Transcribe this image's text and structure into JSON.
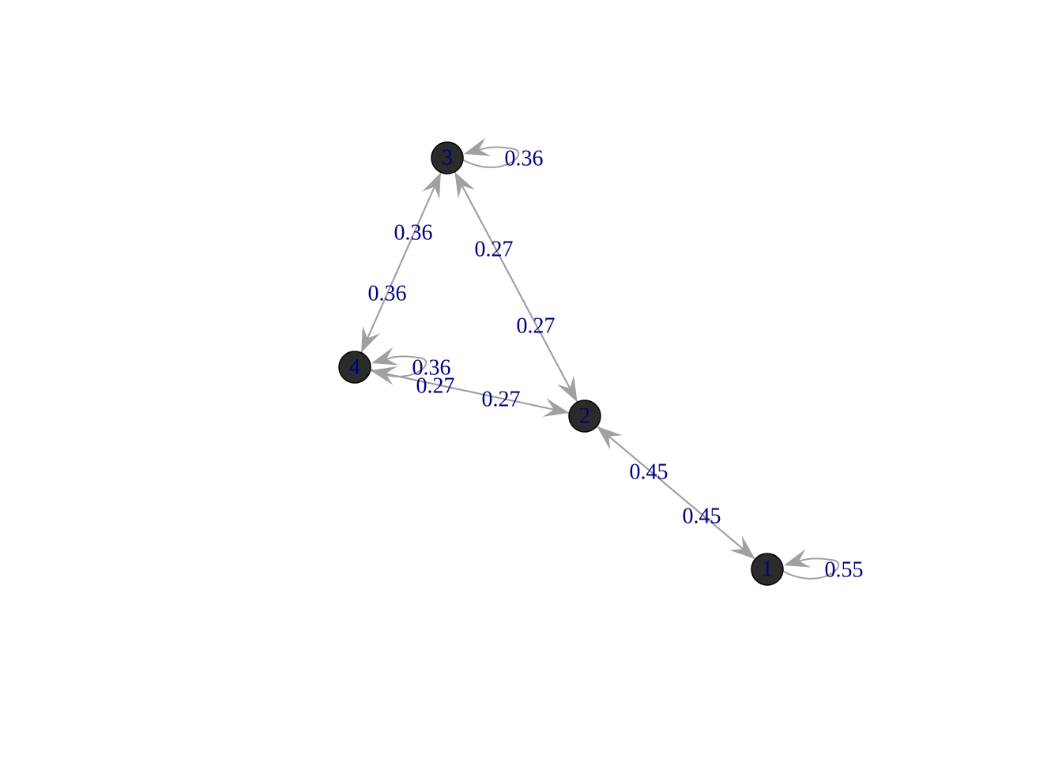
{
  "colors": {
    "node_fill": "#2b2b2b",
    "node_border": "#000000",
    "edge": "#a0a0a0",
    "label": "#00007f",
    "background": "#ffffff"
  },
  "nodes": [
    {
      "id": "1",
      "label": "1"
    },
    {
      "id": "2",
      "label": "2"
    },
    {
      "id": "3",
      "label": "3"
    },
    {
      "id": "4",
      "label": "4"
    }
  ],
  "edges": [
    {
      "from": "1",
      "to": "1",
      "label": "0.55"
    },
    {
      "from": "1",
      "to": "2",
      "label": "0.45"
    },
    {
      "from": "2",
      "to": "1",
      "label": "0.45"
    },
    {
      "from": "2",
      "to": "3",
      "label": "0.27"
    },
    {
      "from": "3",
      "to": "2",
      "label": "0.27"
    },
    {
      "from": "2",
      "to": "4",
      "label": "0.27"
    },
    {
      "from": "4",
      "to": "2",
      "label": "0.27"
    },
    {
      "from": "3",
      "to": "3",
      "label": "0.36"
    },
    {
      "from": "3",
      "to": "4",
      "label": "0.36"
    },
    {
      "from": "4",
      "to": "3",
      "label": "0.36"
    },
    {
      "from": "4",
      "to": "4",
      "label": "0.36"
    }
  ]
}
